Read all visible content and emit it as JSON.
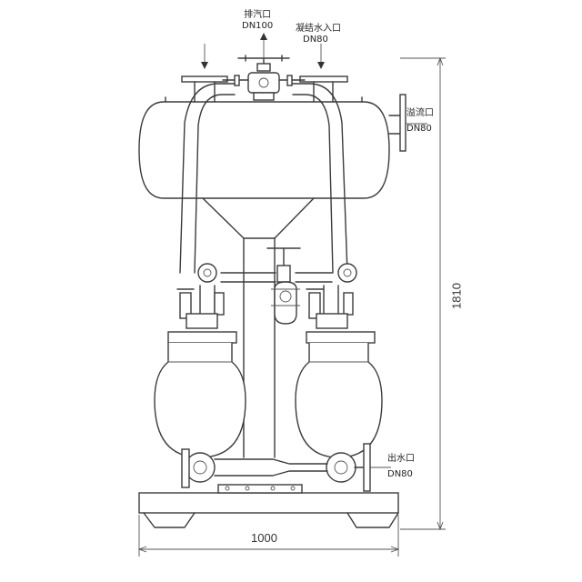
{
  "labels": {
    "exhaust": {
      "name": "排汽口",
      "size": "DN100"
    },
    "condensate_inlet": {
      "name": "凝结水入口",
      "size": "DN80"
    },
    "overflow": {
      "name": "溢流口",
      "size": "DN80"
    },
    "outlet": {
      "name": "出水口",
      "size": "DN80"
    }
  },
  "dimensions": {
    "height": "1810",
    "width": "1000"
  }
}
